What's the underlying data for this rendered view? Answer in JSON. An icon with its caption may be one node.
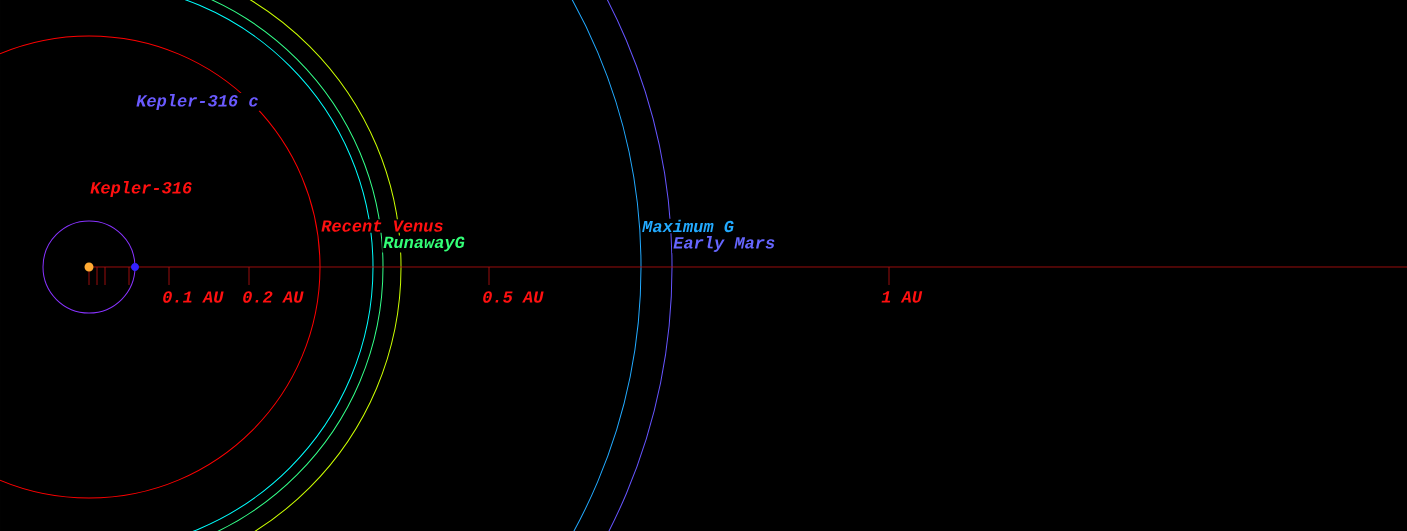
{
  "diagram": {
    "labels": [
      "Kepler-316 c",
      "Kepler-316",
      "Recent Venus",
      "Maximum G",
      "RunawayG",
      "Early Mars",
      "0.1 AU",
      "0.2 AU",
      "0.5 AU",
      "1 AU"
    ]
  }
}
